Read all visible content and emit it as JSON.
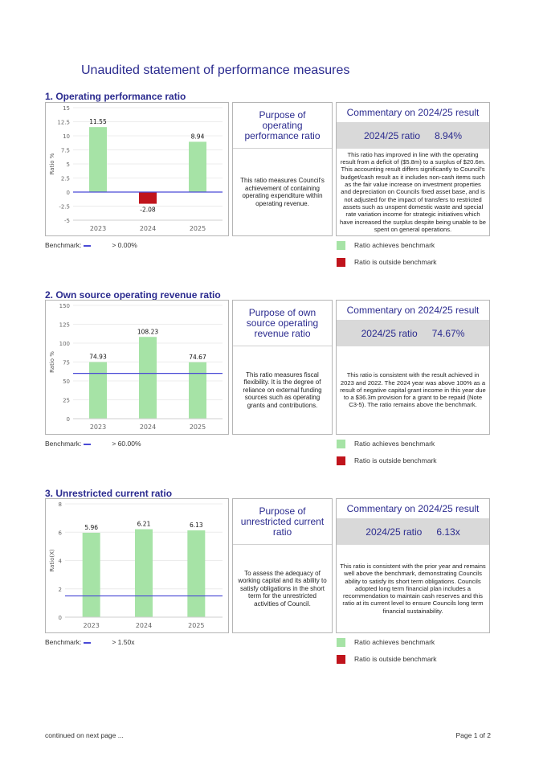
{
  "doc_title": "Unaudited statement of performance measures",
  "colors": {
    "achieves": "#a6e3a6",
    "outside": "#c0141c",
    "benchmark_line": "#4a4ad6",
    "heading": "#2b2b8f"
  },
  "sections": [
    {
      "title": "1. Operating performance ratio",
      "purpose_title": "Purpose of operating performance ratio",
      "purpose_text": "This ratio measures Council's achievement of containing operating expenditure within operating revenue.",
      "commentary_title": "Commentary on 2024/25 result",
      "ratio_label": "2024/25 ratio",
      "ratio_value": "8.94%",
      "commentary_text": "This ratio has improved in line with the operating result from a deficit of ($5.8m) to a surplus of $20.6m. This accounting result differs significantly to Council's budget/cash result as it includes non-cash items such as the fair value increase on investment properties and depreciation on Councils fixed asset base, and is not adjusted for the impact of transfers to restricted assets such as unspent domestic waste and special rate variation income for strategic initiatives which have increased the surplus despite being unable to be spent on general operations.",
      "benchmark_label": "Benchmark:",
      "benchmark_value": "> 0.00%",
      "legend_achieves": "Ratio achieves benchmark",
      "legend_outside": "Ratio is outside benchmark"
    },
    {
      "title": "2. Own source operating revenue ratio",
      "purpose_title": "Purpose of own source operating revenue ratio",
      "purpose_text": "This ratio measures fiscal flexibility. It is the degree of reliance on external funding sources such as operating grants and contributions.",
      "commentary_title": "Commentary on 2024/25 result",
      "ratio_label": "2024/25 ratio",
      "ratio_value": "74.67%",
      "commentary_text": "This ratio is consistent with the result achieved in 2023 and 2022. The 2024 year was above 100% as a result of negative capital grant income in this year due to a $36.3m provision for a grant to be repaid (Note C3-5). The ratio remains above the benchmark.",
      "benchmark_label": "Benchmark:",
      "benchmark_value": "> 60.00%",
      "legend_achieves": "Ratio achieves benchmark",
      "legend_outside": "Ratio is outside benchmark"
    },
    {
      "title": "3. Unrestricted current ratio",
      "purpose_title": "Purpose of unrestricted current ratio",
      "purpose_text": "To assess the adequacy of working capital and its ability to satisfy obligations in the short term for the unrestricted activities of Council.",
      "commentary_title": "Commentary on 2024/25 result",
      "ratio_label": "2024/25 ratio",
      "ratio_value": "6.13x",
      "commentary_text": "This ratio is consistent with the prior year and remains well above the benchmark, demonstrating Councils ability to satisfy its short term obligations. Councils adopted long term financial plan includes a recommendation to maintain cash reserves and this ratio at its current level to ensure Councils long term financial sustainability.",
      "benchmark_label": "Benchmark:",
      "benchmark_value": "> 1.50x",
      "legend_achieves": "Ratio achieves benchmark",
      "legend_outside": "Ratio is outside benchmark"
    }
  ],
  "chart_data": [
    {
      "type": "bar",
      "categories": [
        "2023",
        "2024",
        "2025"
      ],
      "values": [
        11.55,
        -2.08,
        8.94
      ],
      "value_labels": [
        "11.55",
        "-2.08",
        "8.94"
      ],
      "ylabel": "Ratio %",
      "ylim": [
        -5,
        15
      ],
      "yticks": [
        -5,
        -2.5,
        0,
        2.5,
        5,
        7.5,
        10,
        12.5,
        15
      ],
      "ytick_labels": [
        "-5",
        "-2.5",
        "0",
        "2.5",
        "5",
        "7.5",
        "10",
        "12.5",
        "15"
      ],
      "benchmark": 0,
      "bar_status": [
        "achieves",
        "outside",
        "achieves"
      ]
    },
    {
      "type": "bar",
      "categories": [
        "2023",
        "2024",
        "2025"
      ],
      "values": [
        74.93,
        108.23,
        74.67
      ],
      "value_labels": [
        "74.93",
        "108.23",
        "74.67"
      ],
      "ylabel": "Ratio %",
      "ylim": [
        0,
        150
      ],
      "yticks": [
        0,
        25,
        50,
        75,
        100,
        125,
        150
      ],
      "ytick_labels": [
        "0",
        "25",
        "50",
        "75",
        "100",
        "125",
        "150"
      ],
      "benchmark": 60,
      "bar_status": [
        "achieves",
        "achieves",
        "achieves"
      ]
    },
    {
      "type": "bar",
      "categories": [
        "2023",
        "2024",
        "2025"
      ],
      "values": [
        5.96,
        6.21,
        6.13
      ],
      "value_labels": [
        "5.96",
        "6.21",
        "6.13"
      ],
      "ylabel": "Ratio(X)",
      "ylim": [
        0,
        8
      ],
      "yticks": [
        0,
        2,
        4,
        6,
        8
      ],
      "ytick_labels": [
        "0",
        "2",
        "4",
        "6",
        "8"
      ],
      "benchmark": 1.5,
      "bar_status": [
        "achieves",
        "achieves",
        "achieves"
      ]
    }
  ],
  "footer": {
    "left": "continued on next page ...",
    "right": "Page 1 of 2"
  }
}
